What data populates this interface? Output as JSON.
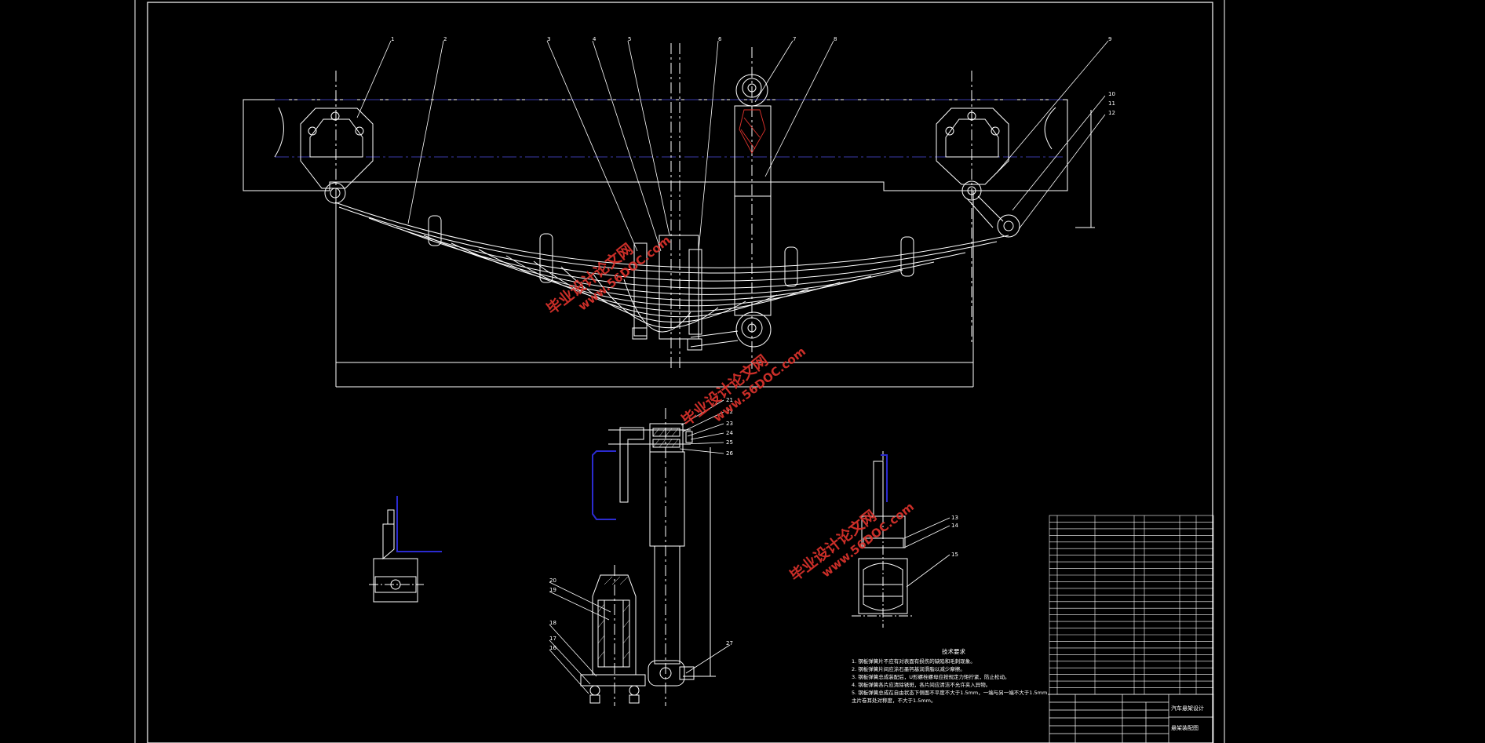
{
  "balloons_top": [
    "1",
    "2",
    "3",
    "4",
    "5",
    "6",
    "7",
    "8",
    "9",
    "10",
    "11",
    "12"
  ],
  "balloons_shock": [
    "21",
    "22",
    "23",
    "24",
    "25",
    "26"
  ],
  "balloons_bump": [
    "20",
    "19",
    "18",
    "17",
    "16"
  ],
  "balloon_27": "27",
  "balloons_right": [
    "13",
    "14",
    "15"
  ],
  "notes": {
    "title": "技术要求",
    "lines": [
      "1. 钢板弹簧片不应有对表面有损伤的缺陷和毛刺现象。",
      "2. 钢板弹簧片间应涂石墨钙基润滑脂以减少摩擦。",
      "3. 钢板弹簧总成装配后，U形螺栓螺母应按规定力矩拧紧，防止松动。",
      "4. 钢板弹簧各片应清除锈斑，各片间应清洁不允许夹入异物。",
      "5. 钢板弹簧总成在自由状态下侧面不平度不大于1.5mm，一端与另一端不大于1.5mm，",
      "   主片卷耳处对称度，不大于1.5mm。"
    ]
  },
  "title_block": {
    "company": "汽车悬架设计",
    "drawing_name": "悬架装配图"
  },
  "watermarks": [
    {
      "line1": "毕业设计论文网",
      "line2": "www.56DOC.com"
    },
    {
      "line1": "毕业设计论文网",
      "line2": "www.56DOC.com"
    },
    {
      "line1": "毕业设计论文网",
      "line2": "www.56DOC.com"
    }
  ],
  "colors": {
    "lines": "#ffffff",
    "centerline": "#3a3aa8",
    "profile": "#2b2bd0",
    "section_red": "#e0332d",
    "watermark": "#e0332d"
  }
}
